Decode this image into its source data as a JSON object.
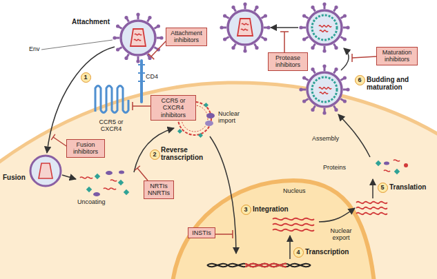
{
  "diagram": {
    "nodes": [
      {
        "text": [
          "Attachment inhibitors"
        ]
      },
      {
        "text": [
          "CCR5 or CXCR4 inhibitors"
        ]
      },
      {
        "text": [
          "Fusion inhibitors"
        ]
      },
      {
        "text": [
          "NRTIs NNRTIs"
        ]
      },
      {
        "text": [
          "INSTIs"
        ]
      },
      {
        "text": [
          "Protease inhibitors"
        ]
      },
      {
        "text": [
          "Maturation inhibitors"
        ]
      },
      {
        "text": [
          "1"
        ]
      },
      {
        "text": [
          "2"
        ]
      },
      {
        "text": [
          "3"
        ]
      },
      {
        "text": [
          "4"
        ]
      },
      {
        "text": [
          "5"
        ]
      },
      {
        "text": [
          "6"
        ]
      }
    ],
    "labels": [
      "Attachment",
      "Env",
      "CD4",
      "CCR5 or CXCR4",
      "Fusion",
      "Uncoating",
      "Reverse transcription",
      "Nuclear import",
      "Nucleus",
      "Integration",
      "Transcription",
      "Nuclear export",
      "Translation",
      "Proteins",
      "Assembly",
      "Budding and maturation"
    ]
  }
}
